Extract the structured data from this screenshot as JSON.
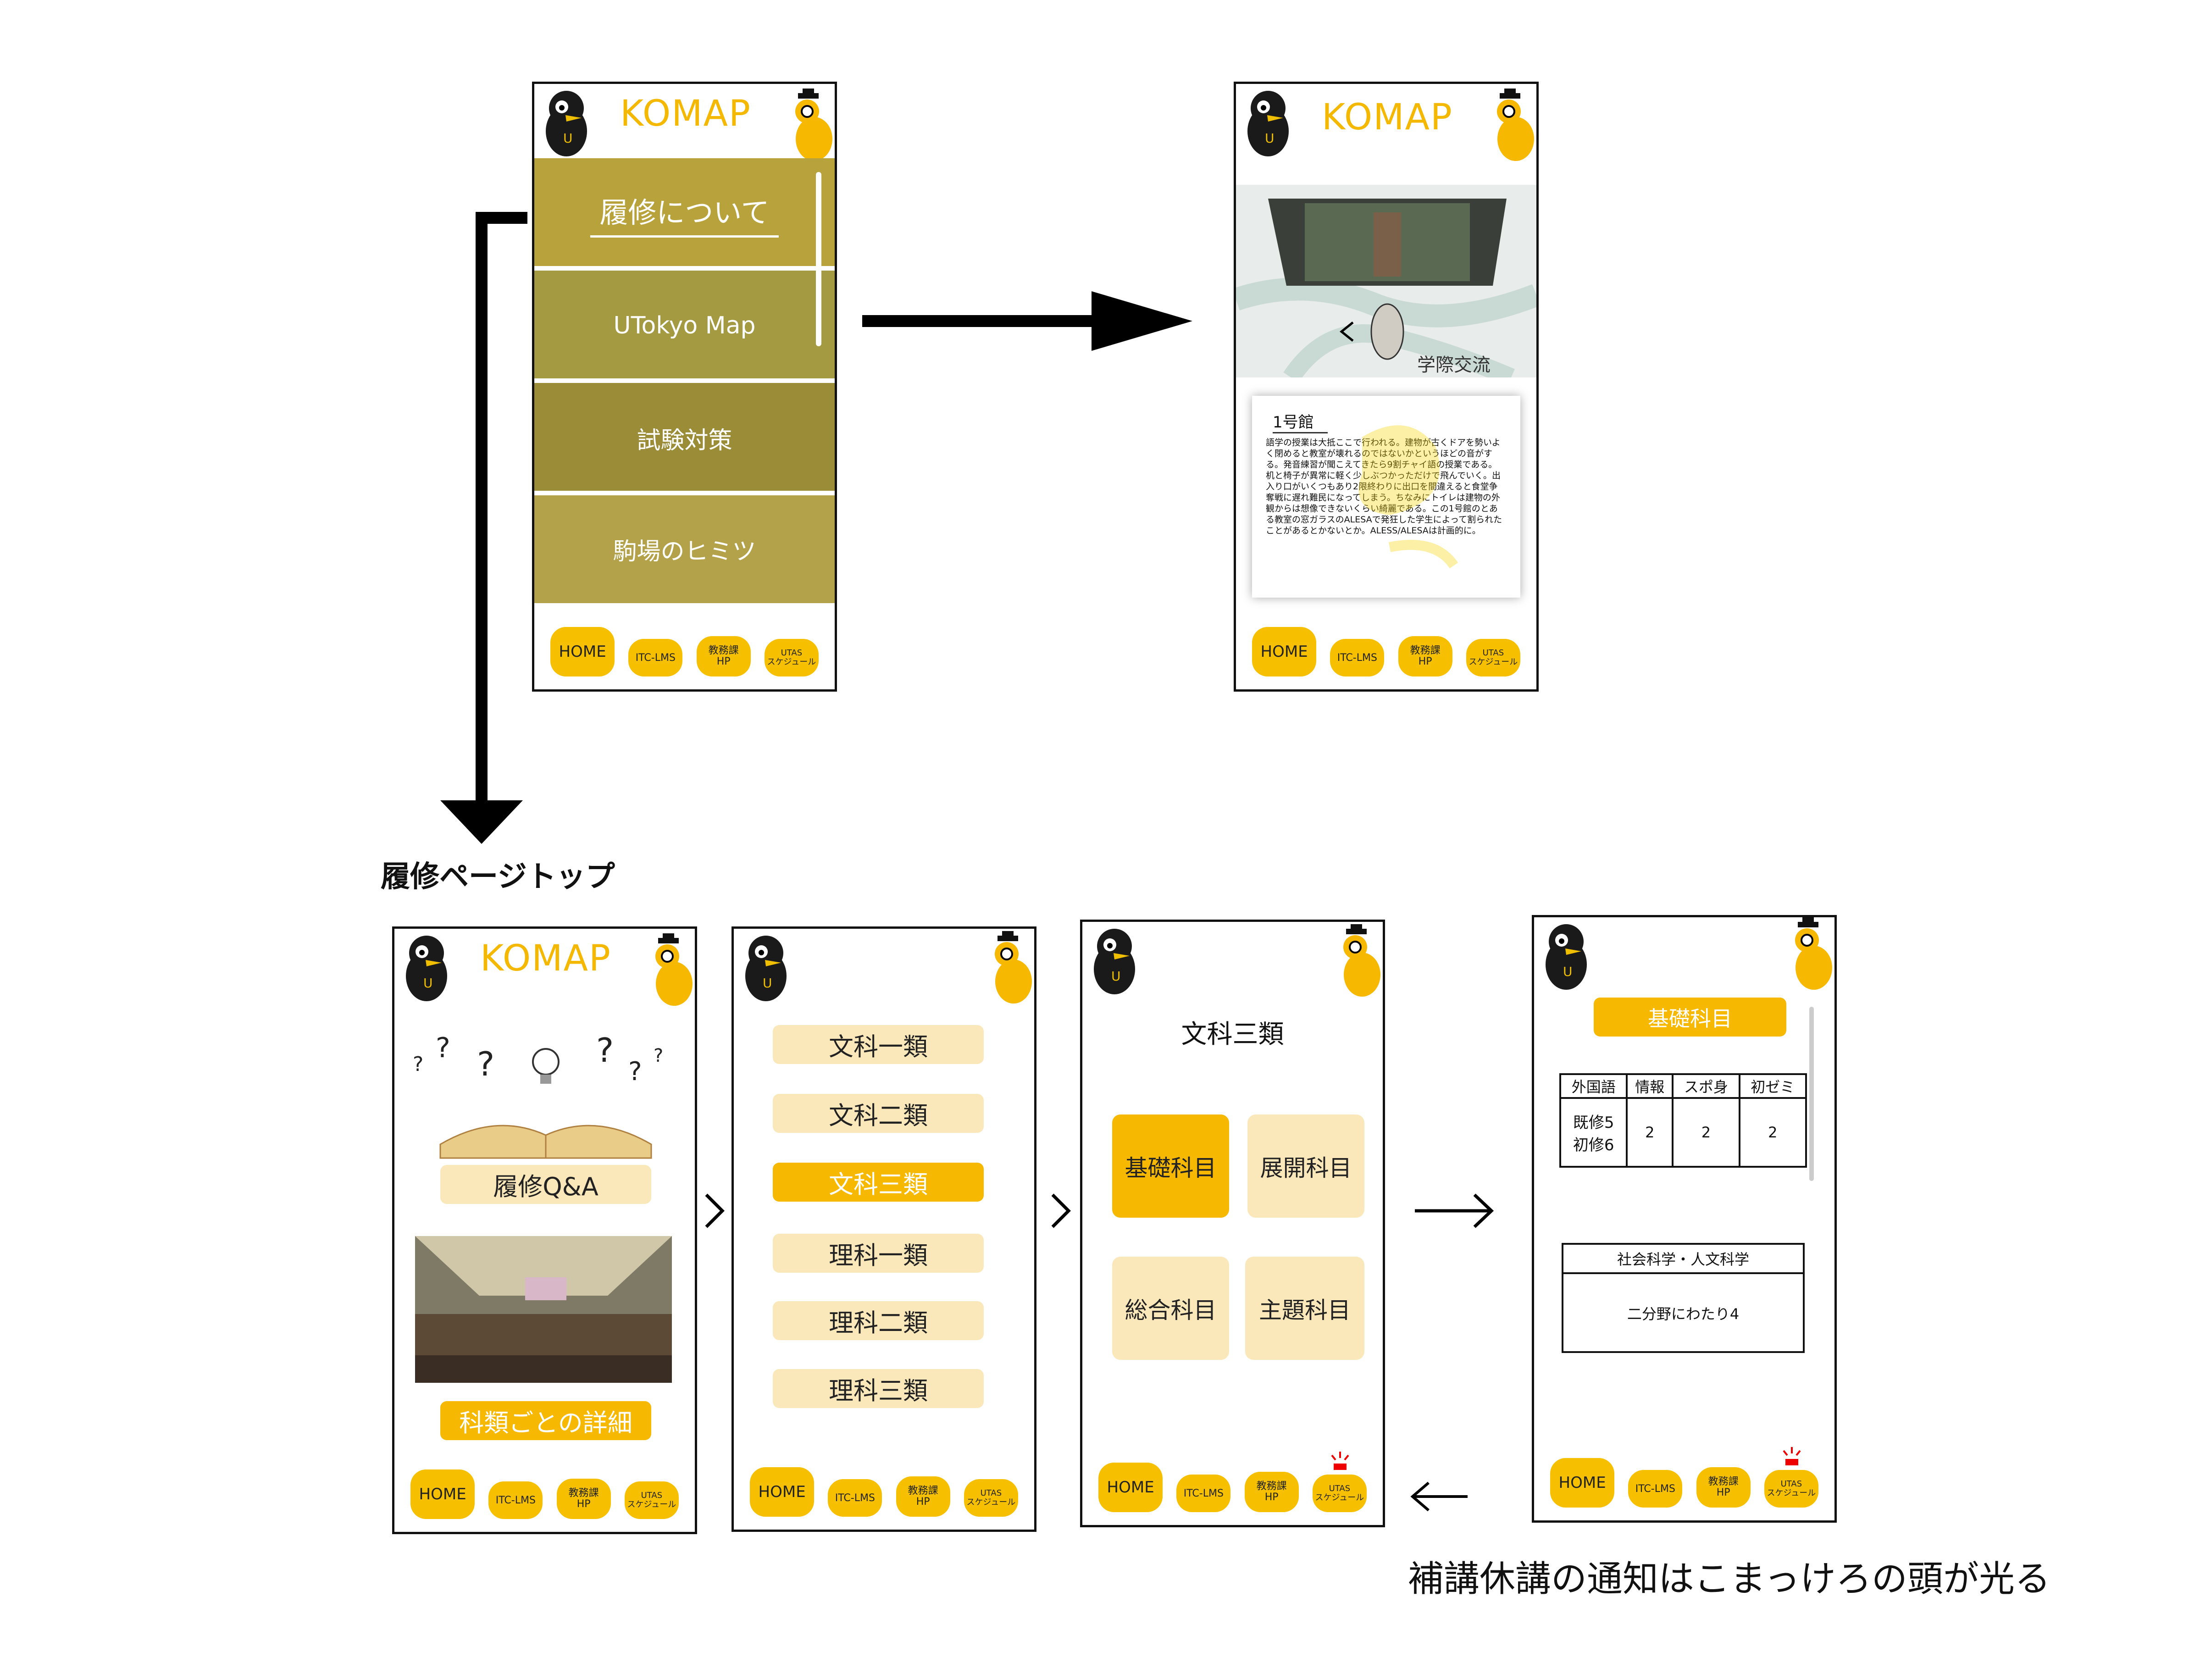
{
  "app": {
    "logo": "KOMAP"
  },
  "screen_home": {
    "menu": [
      "履修について",
      "UTokyo Map",
      "試験対策",
      "駒場のヒミツ"
    ]
  },
  "screen_map": {
    "building_title": "1号館",
    "building_text": "語学の授業は大抵ここで行われる。建物が古くドアを勢いよく閉めると教室が壊れるのではないかというほどの音がする。発音練習が聞こえてきたら9割チャイ語の授業である。机と椅子が異常に軽く少しぶつかっただけで飛んでいく。出入り口がいくつもあり2限終わりに出口を間違えると食堂争奪戦に遅れ難民になってしまう。ちなみにトイレは建物の外観からは想像できないくらい綺麗である。この1号館のとある教室の窓ガラスのALESAで発狂した学生によって割られたことがあるとかないとか。ALESS/ALESAは計画的に。",
    "map_label": "学際交流"
  },
  "nav": {
    "home": "HOME",
    "itc": "ITC-LMS",
    "kyomu_1": "教務課",
    "kyomu_2": "HP",
    "utas_1": "UTAS",
    "utas_2": "スケジュール"
  },
  "labels": {
    "rishu_top": "履修ページトップ",
    "notice": "補講休講の通知はこまっけろの頭が光る"
  },
  "screen_rishu": {
    "qa_button": "履修Q&A",
    "detail_button": "科類ごとの詳細"
  },
  "screen_karui": {
    "items": [
      "文科一類",
      "文科二類",
      "文科三類",
      "理科一類",
      "理科二類",
      "理科三類"
    ],
    "selected": "文科三類"
  },
  "screen_bunsan": {
    "title": "文科三類",
    "tiles": [
      "基礎科目",
      "展開科目",
      "総合科目",
      "主題科目"
    ]
  },
  "screen_kiso": {
    "title": "基礎科目",
    "table_headers": [
      "外国語",
      "情報",
      "スポ身",
      "初ゼミ"
    ],
    "table_row_first_1": "既修5",
    "table_row_first_2": "初修6",
    "table_values": [
      "2",
      "2",
      "2"
    ],
    "box_title": "社会科学・人文科学",
    "box_text": "二分野にわたり4"
  },
  "colors": {
    "accent": "#f6b800",
    "pale": "#fbe8ba",
    "photo_tint": "#b7a23c"
  }
}
